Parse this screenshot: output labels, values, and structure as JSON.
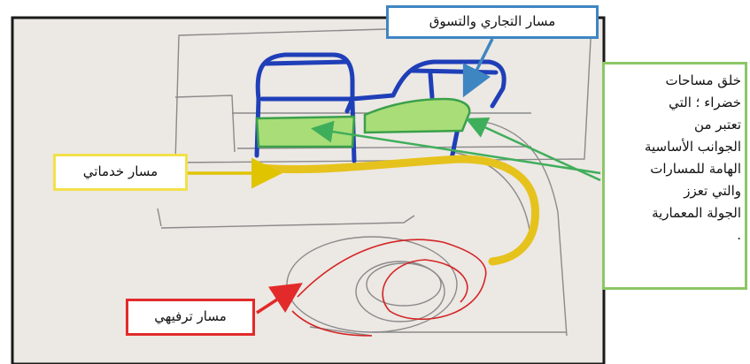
{
  "colors": {
    "shopping_route": "#1f3fb8",
    "service_route": "#e6c21c",
    "leisure_route": "#d42424",
    "green_space": "#a9dd78",
    "shopping_label_border": "#3e86c2",
    "service_label_border": "#f2e14a",
    "leisure_label_border": "#e22a2a",
    "green_label_border": "#8cc665",
    "pencil": "#8a8a8a"
  },
  "labels": {
    "shopping": "مسار التجاري والتسوق",
    "service": "مسار خدماتي",
    "leisure": "مسار ترفيهي",
    "green_lines": [
      "خلق مساحات",
      "خضراء ؛ التي",
      "تعتبر من",
      "الجوانب الأساسية",
      "الهامة للمسارات",
      "والتي تعزز",
      "الجولة المعمارية",
      "."
    ]
  }
}
